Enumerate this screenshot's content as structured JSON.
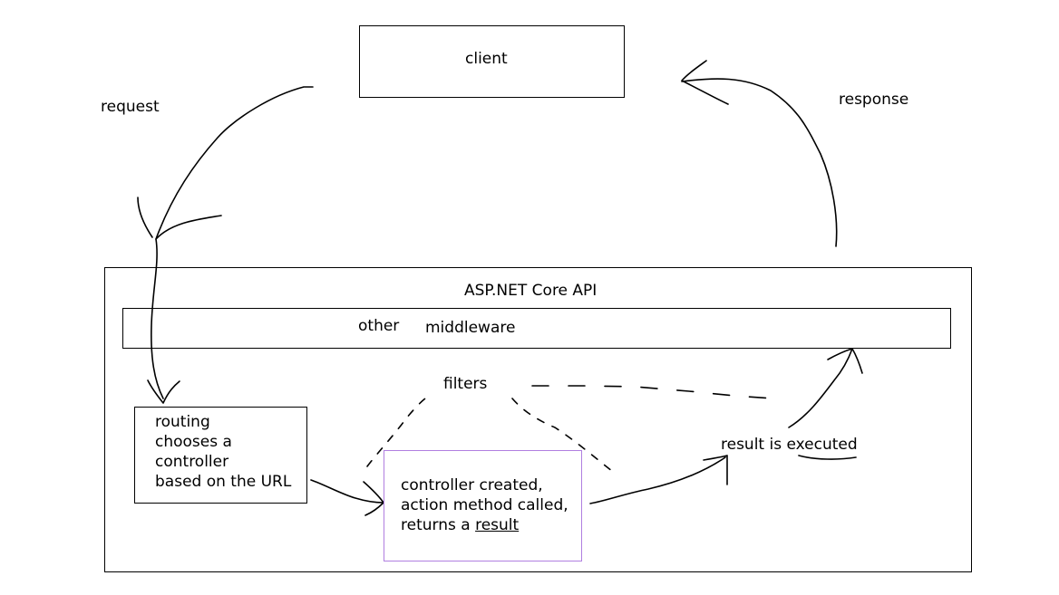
{
  "diagram": {
    "client": "client",
    "request": "request",
    "response": "response",
    "api_title": "ASP.NET Core API",
    "middleware_other": "other",
    "middleware_label": "middleware",
    "filters": "filters",
    "routing_lines": [
      "routing",
      "chooses a",
      "controller",
      "based on the URL"
    ],
    "controller_lines": [
      "controller created,",
      "action method called,",
      "returns a"
    ],
    "controller_result_word": "result",
    "result_executed": "result is executed"
  },
  "colors": {
    "stroke": "#000000",
    "controller_box_border": "#b07fe0",
    "background": "#ffffff"
  }
}
